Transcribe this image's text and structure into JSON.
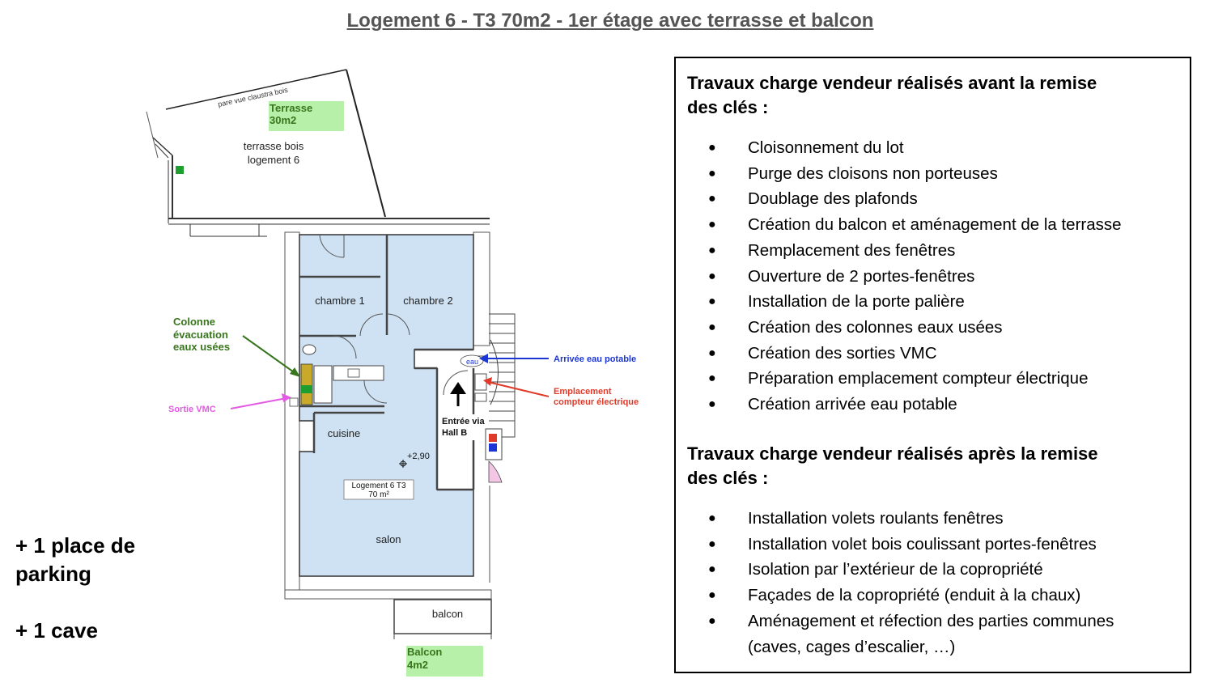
{
  "title": "Logement 6 - T3 70m2 - 1er étage avec terrasse et balcon",
  "extras": [
    "+ 1 place de",
    "parking",
    "+ 1 cave"
  ],
  "plan": {
    "terrace_label": "Terrasse",
    "terrace_area": "30m2",
    "claustra": "pare vue claustra bois",
    "terrace_desc_1": "terrasse bois",
    "terrace_desc_2": "logement 6",
    "room_chambre1": "chambre 1",
    "room_chambre2": "chambre 2",
    "room_cuisine": "cuisine",
    "room_salon": "salon",
    "room_balcon": "balcon",
    "balcon_label": "Balcon",
    "balcon_area": "4m2",
    "logement_label": "Logement 6 T3",
    "logement_area": "70 m²",
    "height": "+2,90",
    "entree_1": "Entrée via",
    "entree_2": "Hall B",
    "eau_small": "eau",
    "colonne_1": "Colonne",
    "colonne_2": "évacuation",
    "colonne_3": "eaux usées",
    "sortie_vmc": "Sortie VMC",
    "arrivee_eau": "Arrivée eau potable",
    "emplacement_1": "Emplacement",
    "emplacement_2": "compteur électrique"
  },
  "colors": {
    "room_fill": "#cfe2f3",
    "label_green_bg": "#b7f0a8",
    "green_annotation": "#38761d",
    "blue_annotation": "#1c36d6",
    "red_annotation": "#e03a2a",
    "magenta_annotation": "#e35be3"
  },
  "works": {
    "before_heading_1": "Travaux charge vendeur réalisés avant la remise",
    "before_heading_2": "des clés :",
    "before_items": [
      "Cloisonnement du lot",
      "Purge des cloisons non porteuses",
      "Doublage des plafonds",
      "Création du balcon et aménagement de la terrasse",
      "Remplacement des fenêtres",
      "Ouverture de 2 portes-fenêtres",
      "Installation de la porte palière",
      "Création des colonnes eaux usées",
      "Création des sorties VMC",
      "Préparation emplacement compteur électrique",
      "Création arrivée eau potable"
    ],
    "after_heading_1": "Travaux charge vendeur réalisés après la remise",
    "after_heading_2": "des clés :",
    "after_items": [
      "Installation volets roulants fenêtres",
      "Installation volet bois coulissant portes-fenêtres",
      "Isolation par l’extérieur de la copropriété",
      "Façades de la copropriété (enduit à la chaux)",
      "Aménagement et réfection des parties communes",
      "(caves, cages d’escalier, …)"
    ]
  }
}
